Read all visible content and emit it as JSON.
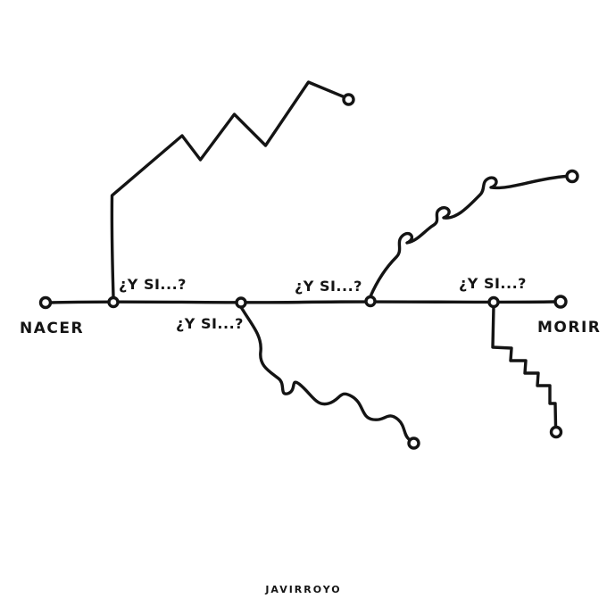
{
  "illustration": {
    "start_label": "NACER",
    "end_label": "MORIR",
    "branch_labels": [
      "¿Y SI...?",
      "¿Y SI...?",
      "¿Y SI...?",
      "¿Y SI...?"
    ],
    "signature": "JAVIRROYO",
    "ink_color": "#141414",
    "background_color": "#ffffff"
  }
}
